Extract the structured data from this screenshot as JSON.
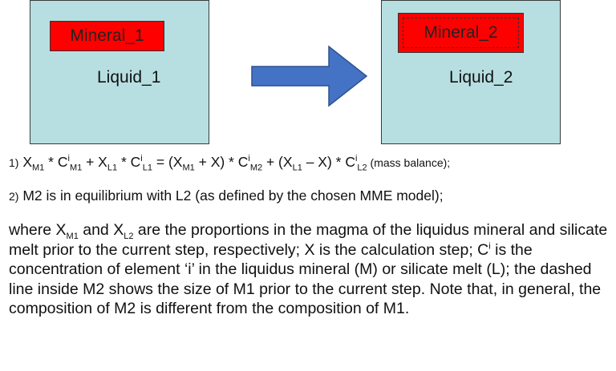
{
  "diagram": {
    "left": {
      "mineral_label": "Mineral_1",
      "liquid_label": "Liquid_1"
    },
    "right": {
      "mineral_label": "Mineral_2",
      "liquid_label": "Liquid_2"
    },
    "arrow_color": "#4472c4",
    "box_fill": "#b7dfe2",
    "mineral_fill": "#ff0000"
  },
  "equations": {
    "eq1": {
      "num": "1)",
      "X": "X",
      "M1": "M1",
      "L1": "L1",
      "M2": "M2",
      "L2": "L2",
      "C": "C",
      "i": "i",
      "t_mul1": " * ",
      "t_plus1": " + ",
      "t_mul2": " * ",
      "t_eq": " = (",
      "t_plus2": " + X) * ",
      "t_plus3": " + (",
      "t_minus": " – X) * ",
      "note": " (mass balance);"
    },
    "eq2": {
      "num": "2)",
      "text": " M2 is in equilibrium with L2 (as defined by the chosen MME model);"
    }
  },
  "paragraph": {
    "p1": "where X",
    "s1": "M1",
    "p2": " and X",
    "s2": "L2",
    "p3": " are the proportions in the magma of the liquidus mineral and silicate melt prior to the current step, respectively; X is the calculation step; C",
    "sup1": "i",
    "p4": " is the concentration of element ‘i’ in the liquidus mineral (M) or silicate melt (L); the dashed line inside M2 shows the size of M1 prior to the current step. Note that, in general, the composition of M2 is different from the composition of M1."
  }
}
